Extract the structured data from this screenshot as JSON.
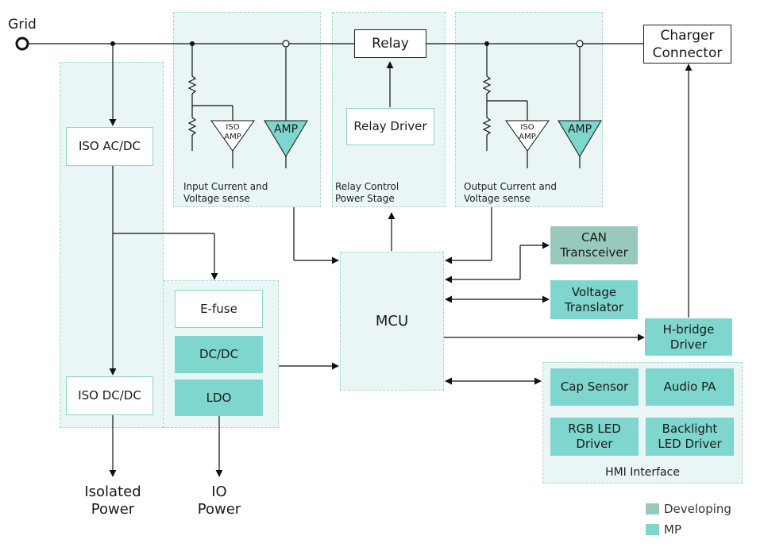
{
  "grid_label": "Grid",
  "regions": {
    "input_sense": "Input Current and\nVoltage sense",
    "relay_stage": "Relay Control\nPower Stage",
    "output_sense": "Output Current and\nVoltage sense",
    "hmi": "HMI Interface"
  },
  "blocks": {
    "charger_connector": "Charger\nConnector",
    "relay": "Relay",
    "relay_driver": "Relay Driver",
    "iso_acdc": "ISO AC/DC",
    "iso_dcdc": "ISO DC/DC",
    "efuse": "E-fuse",
    "dcdc": "DC/DC",
    "ldo": "LDO",
    "mcu": "MCU",
    "can": "CAN\nTransceiver",
    "voltage_translator": "Voltage\nTranslator",
    "hbridge": "H-bridge\nDriver",
    "cap_sensor": "Cap Sensor",
    "audio_pa": "Audio PA",
    "rgb_led": "RGB LED\nDriver",
    "backlight": "Backlight\nLED Driver"
  },
  "amps": {
    "iso_amp": "ISO\nAMP",
    "amp": "AMP"
  },
  "outputs": {
    "isolated_power": "Isolated\nPower",
    "io_power": "IO\nPower"
  },
  "legend": [
    {
      "label": "Developing",
      "color": "#99c9bd"
    },
    {
      "label": "MP",
      "color": "#7fd6cf"
    }
  ]
}
